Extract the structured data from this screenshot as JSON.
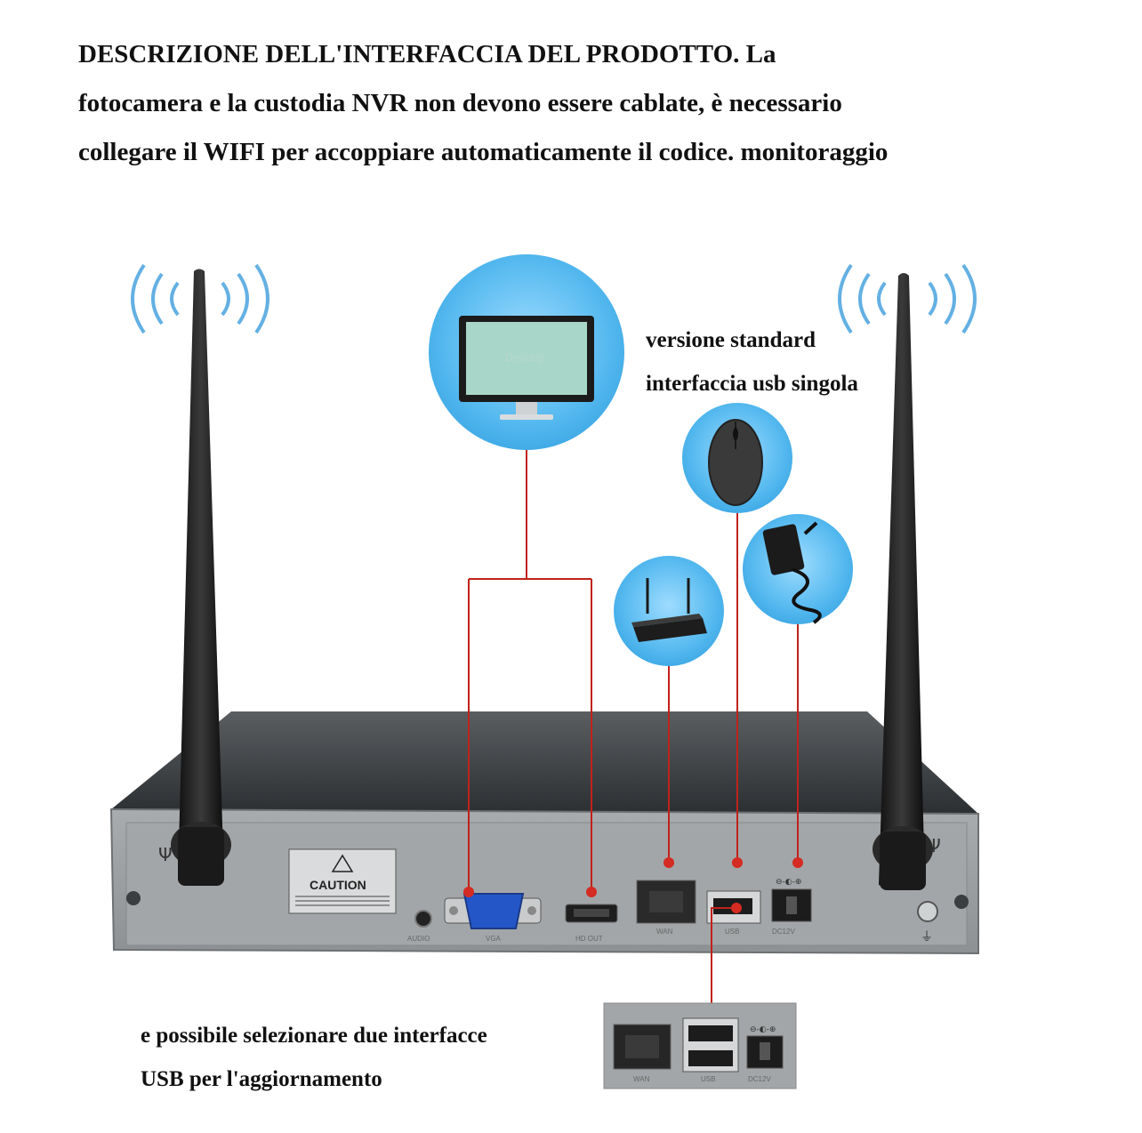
{
  "header": {
    "line1": "DESCRIZIONE DELL'INTERFACCIA DEL PRODOTTO. La",
    "line2": "fotocamera e la custodia NVR non devono essere cablate, è necessario",
    "line3": "collegare il WIFI per accoppiare automaticamente il codice. monitoraggio"
  },
  "notes": {
    "standard_line1": "versione standard",
    "standard_line2": "interfaccia usb singola",
    "dual_line1": "e possibile selezionare due interfacce",
    "dual_line2": "USB per l'aggiornamento"
  },
  "device": {
    "caution": "CAUTION",
    "ports": {
      "audio": "AUDIO",
      "vga": "VGA",
      "hdout": "HD OUT",
      "wan": "WAN",
      "usb": "USB",
      "dc": "DC12V"
    },
    "inset_ports": {
      "wan": "WAN",
      "usb": "USB",
      "dc": "DC12V"
    },
    "monitor_screen_text": "Desktop"
  },
  "colors": {
    "connector_line": "#c0221b",
    "bubble": "#4fb6ee",
    "wave": "#4aa3df",
    "chassis_top": "#33373a",
    "chassis_back": "#9c9fa1"
  }
}
